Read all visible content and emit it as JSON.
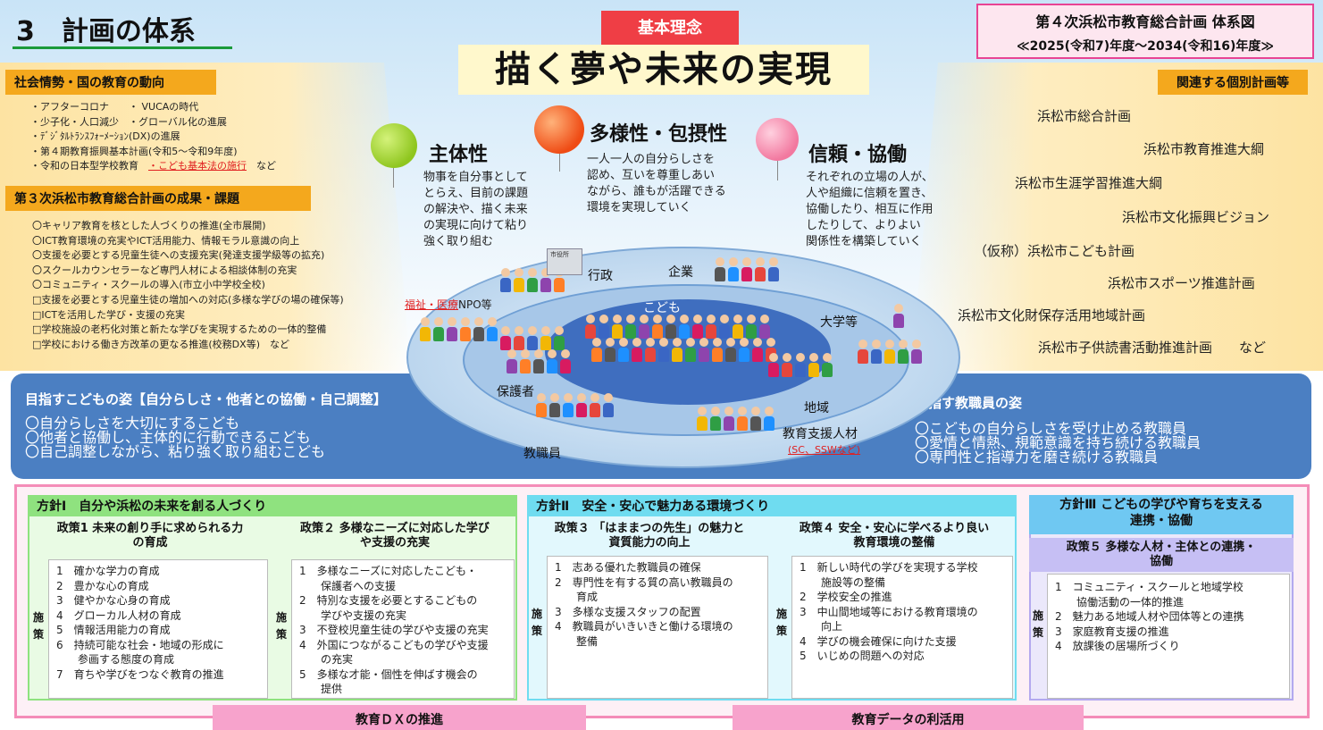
{
  "title": "3　計画の体系",
  "plan": {
    "title": "第４次浜松市教育総合計画 体系図",
    "period": "≪2025(令和7)年度～2034(令和16)年度≫"
  },
  "trends": {
    "label": "社会情勢・国の教育の動向",
    "items": [
      "・アフターコロナ　　・ VUCAの時代",
      "・少子化・人口減少　・グローバル化の進展",
      "・ﾃﾞｼﾞﾀﾙﾄﾗﾝｽﾌｫｰﾒｰｼｮﾝ(DX)の進展",
      "・第４期教育振興基本計画(令和5～令和9年度)"
    ],
    "last_prefix": "・令和の日本型学校教育　",
    "last_link": "・こども基本法の施行",
    "last_suffix": "　など"
  },
  "results": {
    "label": "第３次浜松市教育総合計画の成果・課題",
    "items": [
      "〇キャリア教育を核とした人づくりの推進(全市展開)",
      "〇ICT教育環境の充実やICT活用能力、情報モラル意識の向上",
      "〇支援を必要とする児童生徒への支援充実(発達支援学級等の拡充)",
      "〇スクールカウンセラーなど専門人材による相談体制の充実",
      "〇コミュニティ・スクールの導入(市立小中学校全校)",
      "□支援を必要とする児童生徒の増加への対応(多様な学びの場の確保等)",
      "□ICTを活用した学び・支援の充実",
      "□学校施設の老朽化対策と新たな学びを実現するための一体的整備",
      "□学校における働き方改革の更なる推進(校務DX等)　など"
    ]
  },
  "basic": {
    "label": "基本理念",
    "headline": "描く夢や未来の実現"
  },
  "values": [
    {
      "title": "主体性",
      "text": [
        "物事を自分事として",
        "とらえ、目前の課題",
        "の解決や、描く未来",
        "の実現に向けて粘り",
        "強く取り組む"
      ],
      "color": "#9ad12b"
    },
    {
      "title": "多様性・包摂性",
      "text": [
        "一人一人の自分らしさを",
        "認め、互いを尊重しあい",
        "ながら、誰もが活躍できる",
        "環境を実現していく"
      ],
      "color": "#f26522"
    },
    {
      "title": "信頼・協働",
      "text": [
        "それぞれの立場の人が、",
        "人や組織に信頼を置き、",
        "協働したり、相互に作用",
        "したりして、よりよい",
        "関係性を構築していく"
      ],
      "color": "#f48fb1"
    }
  ],
  "related": {
    "label": "関連する個別計画等",
    "items": [
      "浜松市総合計画",
      "浜松市教育推進大綱",
      "浜松市生涯学習推進大綱",
      "浜松市文化振興ビジョン",
      "（仮称）浜松市こども計画",
      "浜松市スポーツ推進計画",
      "浜松市文化財保存活用地域計画",
      "浜松市子供読書活動推進計画　　など"
    ]
  },
  "community": {
    "child": "こども",
    "gyosei": "行政",
    "kigyo": "企業",
    "fukushi": "福祉・医療",
    "npo": "NPO等",
    "daigaku": "大学等",
    "hogosha": "保護者",
    "chiiki": "地域",
    "kyoshokuin": "教職員",
    "shien": "教育支援人材",
    "shien_sub": "(SC、SSWなど)",
    "cityhall": "市役所"
  },
  "children": {
    "title": "目指すこどもの姿【自分らしさ・他者との協働・自己調整】",
    "items": [
      "〇自分らしさを大切にするこども",
      "〇他者と協働し、主体的に行動できるこども",
      "〇自己調整しながら、粘り強く取り組むこども"
    ]
  },
  "staff": {
    "title": "目指す教職員の姿",
    "items": [
      "〇こどもの自分らしさを受け止める教職員",
      "〇愛情と情熱、規範意識を持ち続ける教職員",
      "〇専門性と指導力を磨き続ける教職員"
    ]
  },
  "shisaku": "施策",
  "policy1": {
    "title": "方針Ⅰ　自分や浜松の未来を創る人づくり",
    "color": "#8fe27f",
    "p1": {
      "title1": "政策1 未来の創り手に求められる力",
      "title2": "の育成",
      "items": [
        "1　確かな学力の育成",
        "2　豊かな心の育成",
        "3　健やかな心身の育成",
        "4　グローカル人材の育成",
        "5　情報活用能力の育成",
        "6　持続可能な社会・地域の形成に",
        "　　参画する態度の育成",
        "7　育ちや学びをつなぐ教育の推進"
      ]
    },
    "p2": {
      "title1": "政策２ 多様なニーズに対応した学び",
      "title2": "や支援の充実",
      "items": [
        "1　多様なニーズに対応したこども・",
        "　　保護者への支援",
        "2　特別な支援を必要とするこどもの",
        "　　学びや支援の充実",
        "3　不登校児童生徒の学びや支援の充実",
        "4　外国につながるこどもの学びや支援",
        "　　の充実",
        "5　多様な才能・個性を伸ばす機会の",
        "　　提供"
      ]
    }
  },
  "policy2": {
    "title": "方針Ⅱ　安全・安心で魅力ある環境づくり",
    "color": "#6fdcf0",
    "p3": {
      "title1": "政策３ 「はままつの先生」の魅力と",
      "title2": "資質能力の向上",
      "items": [
        "1　志ある優れた教職員の確保",
        "2　専門性を有する質の高い教職員の",
        "　　育成",
        "3　多様な支援スタッフの配置",
        "4　教職員がいきいきと働ける環境の",
        "　　整備"
      ]
    },
    "p4": {
      "title1": "政策４ 安全・安心に学べるより良い",
      "title2": "教育環境の整備",
      "items": [
        "1　新しい時代の学びを実現する学校",
        "　　施設等の整備",
        "2　学校安全の推進",
        "3　中山間地域等における教育環境の",
        "　　向上",
        "4　学びの機会確保に向けた支援",
        "5　いじめの問題への対応"
      ]
    }
  },
  "policy3": {
    "title1": "方針Ⅲ こどもの学びや育ちを支える",
    "title2": "連携・協働",
    "color": "#b3a9ef",
    "p5": {
      "title1": "政策５ 多様な人材・主体との連携・",
      "title2": "協働",
      "items": [
        "1　コミュニティ・スクールと地域学校",
        "　　協働活動の一体的推進",
        "2　魅力ある地域人材や団体等との連携",
        "3　家庭教育支援の推進",
        "4　放課後の居場所づくり"
      ]
    }
  },
  "footer": {
    "dx": "教育ＤＸの推進",
    "data": "教育データの利活用"
  }
}
